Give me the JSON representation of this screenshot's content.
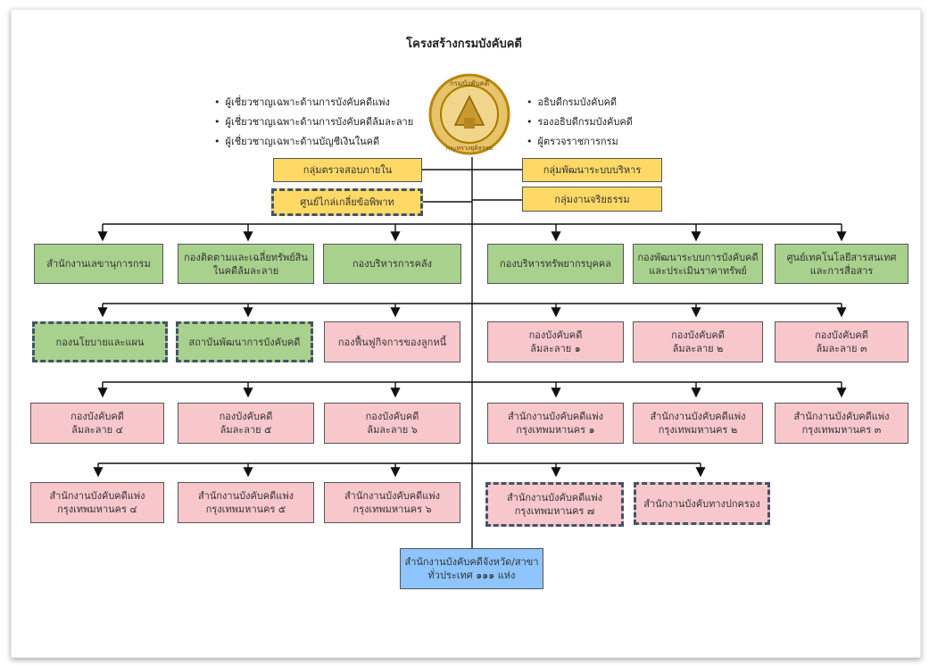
{
  "title": "โครงสร้างกรมบังคับคดี",
  "seal": {
    "top_text": "กรมบังคับคดี",
    "bottom_text": "กระทรวงยุติธรรม",
    "fill": "#e0b44a",
    "ring": "#b8860b"
  },
  "left_bullets": [
    "ผู้เชี่ยวชาญเฉพาะด้านการบังคับคดีแพ่ง",
    "ผู้เชี่ยวชาญเฉพาะด้านการบังคับคดีล้มละลาย",
    "ผู้เชี่ยวชาญเฉพาะด้านบัญชีเงินในคดี"
  ],
  "right_bullets": [
    "อธิบดีกรมบังคับคดี",
    "รองอธิบดีกรมบังคับคดี",
    "ผู้ตรวจราชการกรม"
  ],
  "staff_units": {
    "internal_audit": "กลุ่มตรวจสอบภายใน",
    "anti_corruption": "ศูนย์ไกล่เกลี่ยข้อพิพาท",
    "admin_dev": "กลุ่มพัฒนาระบบบริหาร",
    "ethics": "กลุ่มงานจริยธรรม"
  },
  "row1": [
    "สำนักงานเลขานุการกรม",
    "กองติดตามและเฉลี่ยทรัพย์สิน\nในคดีล้มละลาย",
    "กองบริหารการคลัง",
    "กองบริหารทรัพยากรบุคคล",
    "กองพัฒนาระบบการบังคับคดี\nและประเมินราคาทรัพย์",
    "ศูนย์เทคโนโลยีสารสนเทศ\nและการสื่อสาร"
  ],
  "row2": [
    "กองนโยบายและแผน",
    "สถาบันพัฒนาการบังคับคดี",
    "กองฟื้นฟูกิจการของลูกหนี้",
    "กองบังคับคดี\nล้มละลาย ๑",
    "กองบังคับคดี\nล้มละลาย ๒",
    "กองบังคับคดี\nล้มละลาย ๓"
  ],
  "row3": [
    "กองบังคับคดี\nล้มละลาย ๔",
    "กองบังคับคดี\nล้มละลาย ๕",
    "กองบังคับคดี\nล้มละลาย ๖",
    "สำนักงานบังคับคดีแพ่ง\nกรุงเทพมหานคร ๑",
    "สำนักงานบังคับคดีแพ่ง\nกรุงเทพมหานคร ๒",
    "สำนักงานบังคับคดีแพ่ง\nกรุงเทพมหานคร ๓"
  ],
  "row4": [
    "สำนักงานบังคับคดีแพ่ง\nกรุงเทพมหานคร ๔",
    "สำนักงานบังคับคดีแพ่ง\nกรุงเทพมหานคร ๕",
    "สำนักงานบังคับคดีแพ่ง\nกรุงเทพมหานคร ๖",
    "สำนักงานบังคับคดีแพ่ง\nกรุงเทพมหานคร ๗",
    "สำนักงานบังคับทางปกครอง"
  ],
  "provincial": "สำนักงานบังคับคดีจังหวัด/สาขา\nทั่วประเทศ ๑๑๑ แห่ง",
  "colors": {
    "green": "#a9d18e",
    "pink": "#f8c7cc",
    "yellow": "#ffd966",
    "blue": "#8ec5ff",
    "dashed_border": "#44546a"
  }
}
